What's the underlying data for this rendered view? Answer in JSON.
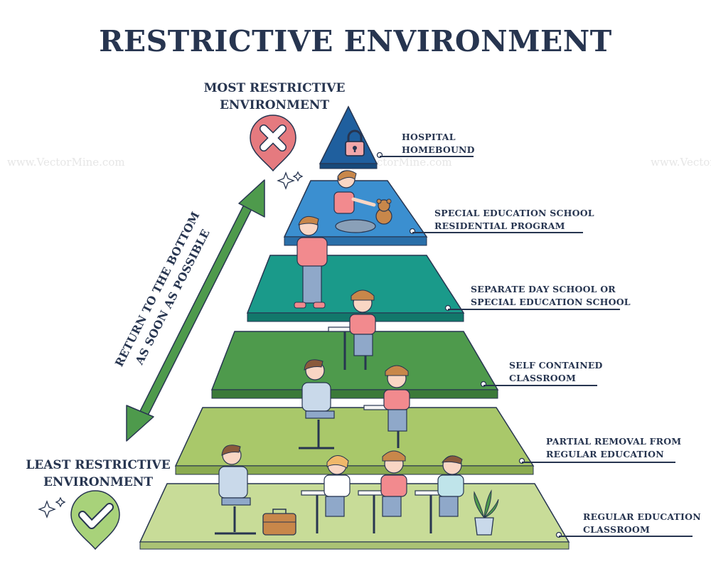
{
  "title": "RESTRICTIVE ENVIRONMENT",
  "top_label": [
    "MOST RESTRICTIVE",
    "ENVIRONMENT"
  ],
  "bottom_label": [
    "LEAST RESTRICTIVE",
    "ENVIRONMENT"
  ],
  "arrow_text": [
    "RETURN TO THE BOTTOM",
    "AS SOON AS POSSIBLE"
  ],
  "watermark": "www.VectorMine.com",
  "levels": [
    {
      "lines": [
        "HOSPITAL",
        "HOMEBOUND"
      ],
      "color": "#1f5f9e"
    },
    {
      "lines": [
        "SPECIAL EDUCATION SCHOOL",
        "RESIDENTIAL PROGRAM"
      ],
      "color": "#3b8fd0"
    },
    {
      "lines": [
        "SEPARATE DAY SCHOOL OR",
        "SPECIAL EDUCATION SCHOOL"
      ],
      "color": "#1a9a8a"
    },
    {
      "lines": [
        "SELF CONTAINED",
        "CLASSROOM"
      ],
      "color": "#4e9a4c"
    },
    {
      "lines": [
        "PARTIAL REMOVAL FROM",
        "REGULAR EDUCATION"
      ],
      "color": "#a9c86a"
    },
    {
      "lines": [
        "REGULAR EDUCATION",
        "CLASSROOM"
      ],
      "color": "#c8dc98"
    }
  ],
  "colors": {
    "arrow": "#4e9a4c",
    "x_pin": "#e57a7f",
    "check_pin": "#a8d27a",
    "outline": "#273550"
  },
  "icons": [
    "padlock-icon",
    "x-mark-pin-icon",
    "checkmark-pin-icon",
    "sparkle-icon",
    "teddy-bear-icon",
    "briefcase-icon",
    "plant-icon"
  ]
}
